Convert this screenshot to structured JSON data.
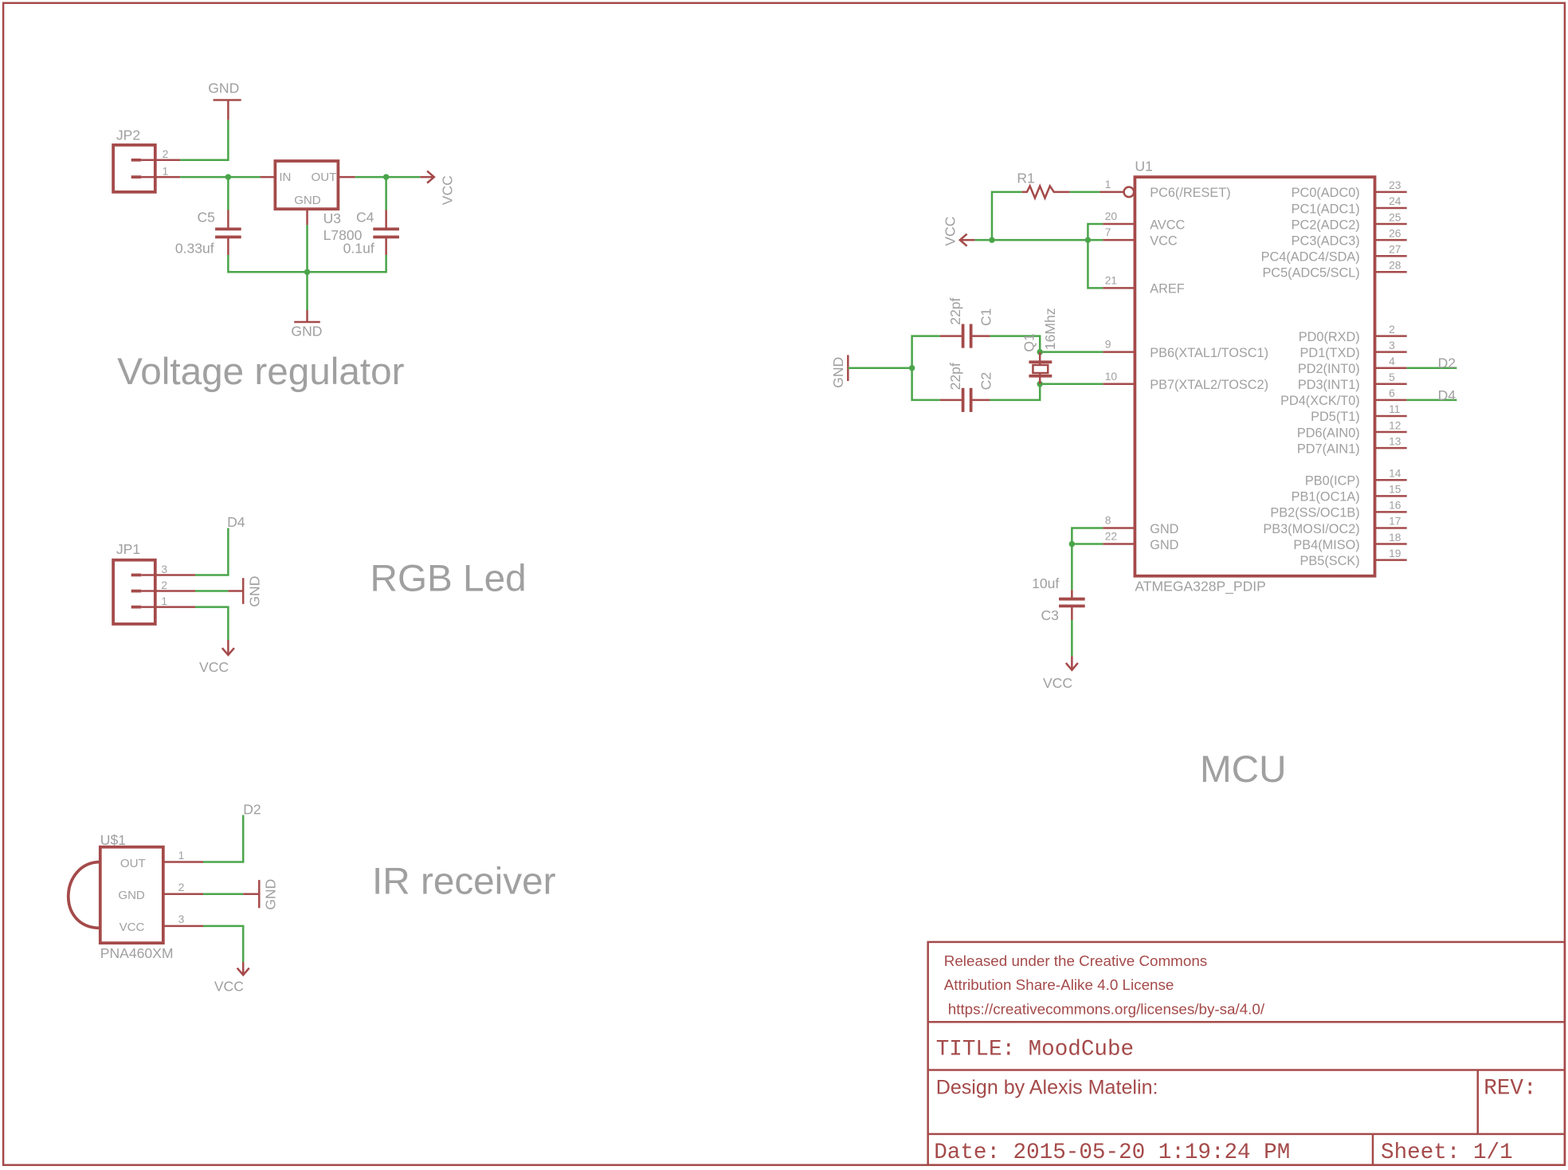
{
  "colors": {
    "symbol": "#a54a4a",
    "wire": "#4aa54a",
    "label": "#a0a0a0"
  },
  "sections": {
    "voltage_regulator": "Voltage regulator",
    "rgb_led": "RGB Led",
    "ir_receiver": "IR receiver",
    "mcu": "MCU"
  },
  "regulator": {
    "gnd_top": "GND",
    "gnd_bottom": "GND",
    "vcc": "VCC",
    "jp2": {
      "name": "JP2",
      "pin2": "2",
      "pin1": "1"
    },
    "c5": {
      "name": "C5",
      "value": "0.33uf"
    },
    "c4": {
      "name": "C4",
      "value": "0.1uf"
    },
    "u3": {
      "name": "U3",
      "value": "L7800",
      "in": "IN",
      "out": "OUT",
      "gnd": "GND"
    }
  },
  "rgb": {
    "jp1": {
      "name": "JP1",
      "pin3": "3",
      "pin2": "2",
      "pin1": "1"
    },
    "d4": "D4",
    "gnd": "GND",
    "vcc": "VCC"
  },
  "ir": {
    "name": "U$1",
    "value": "PNA460XM",
    "out": "OUT",
    "gnd_pin": "GND",
    "vcc_pin": "VCC",
    "pin1": "1",
    "pin2": "2",
    "pin3": "3",
    "d2": "D2",
    "gnd": "GND",
    "vcc": "VCC"
  },
  "mcu": {
    "name": "U1",
    "value": "ATMEGA328P_PDIP",
    "r1": "R1",
    "vcc": "VCC",
    "gnd": "GND",
    "c1": {
      "name": "C1",
      "value": "22pf"
    },
    "c2": {
      "name": "C2",
      "value": "22pf"
    },
    "c3": {
      "name": "C3",
      "value": "10uf"
    },
    "q1": {
      "name": "Q1",
      "value": "16Mhz"
    },
    "vcc_bottom": "VCC",
    "d2": "D2",
    "d4": "D4",
    "left_pins": [
      {
        "num": "1",
        "label": "PC6(/RESET)"
      },
      {
        "num": "20",
        "label": "AVCC"
      },
      {
        "num": "7",
        "label": "VCC"
      },
      {
        "num": "21",
        "label": "AREF"
      },
      {
        "num": "9",
        "label": "PB6(XTAL1/TOSC1)"
      },
      {
        "num": "10",
        "label": "PB7(XTAL2/TOSC2)"
      },
      {
        "num": "8",
        "label": "GND"
      },
      {
        "num": "22",
        "label": "GND"
      }
    ],
    "right_pins": [
      {
        "num": "23",
        "label": "PC0(ADC0)"
      },
      {
        "num": "24",
        "label": "PC1(ADC1)"
      },
      {
        "num": "25",
        "label": "PC2(ADC2)"
      },
      {
        "num": "26",
        "label": "PC3(ADC3)"
      },
      {
        "num": "27",
        "label": "PC4(ADC4/SDA)"
      },
      {
        "num": "28",
        "label": "PC5(ADC5/SCL)"
      },
      {
        "num": "2",
        "label": "PD0(RXD)"
      },
      {
        "num": "3",
        "label": "PD1(TXD)"
      },
      {
        "num": "4",
        "label": "PD2(INT0)"
      },
      {
        "num": "5",
        "label": "PD3(INT1)"
      },
      {
        "num": "6",
        "label": "PD4(XCK/T0)"
      },
      {
        "num": "11",
        "label": "PD5(T1)"
      },
      {
        "num": "12",
        "label": "PD6(AIN0)"
      },
      {
        "num": "13",
        "label": "PD7(AIN1)"
      },
      {
        "num": "14",
        "label": "PB0(ICP)"
      },
      {
        "num": "15",
        "label": "PB1(OC1A)"
      },
      {
        "num": "16",
        "label": "PB2(SS/OC1B)"
      },
      {
        "num": "17",
        "label": "PB3(MOSI/OC2)"
      },
      {
        "num": "18",
        "label": "PB4(MISO)"
      },
      {
        "num": "19",
        "label": "PB5(SCK)"
      }
    ]
  },
  "title_block": {
    "license_line1": "Released under the Creative Commons",
    "license_line2": "Attribution Share-Alike 4.0 License",
    "license_url": "https://creativecommons.org/licenses/by-sa/4.0/",
    "title": "TITLE: MoodCube",
    "design_by": "Design by Alexis Matelin:",
    "rev": "REV:",
    "date": "Date: 2015-05-20 1:19:24 PM",
    "sheet": "Sheet: 1/1"
  }
}
